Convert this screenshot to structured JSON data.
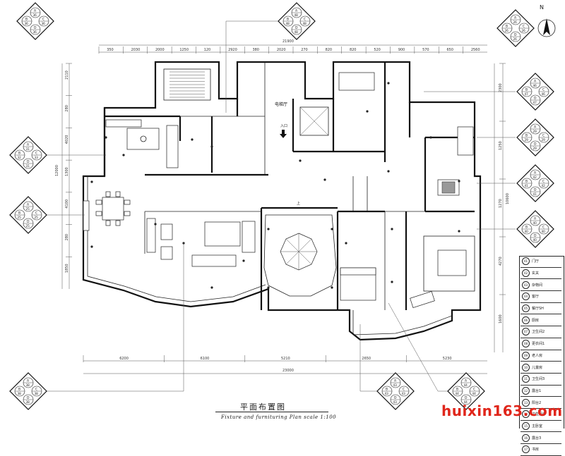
{
  "title_cn": "平面布置图",
  "title_en": "Fixture and furnituring Plan  scale 1:100",
  "watermark": "huixin163.com",
  "north": "N",
  "rooms": {
    "elevator_hall": "电梯厅",
    "entrance": "入口",
    "up": "上"
  },
  "dims": {
    "top_total": "21900",
    "top_segments": [
      "350",
      "2030",
      "2000",
      "1250",
      "120",
      "2920",
      "380",
      "2020",
      "270",
      "820",
      "820",
      "520",
      "900",
      "570",
      "650",
      "2560"
    ],
    "bottom_total": "23000",
    "bottom_segments": [
      "6200",
      "6100",
      "5210",
      "2650",
      "5230"
    ],
    "left_segments": [
      "2110",
      "280",
      "4020",
      "1300",
      "4100",
      "280",
      "1850"
    ],
    "left_total": "12000",
    "right_segments": [
      "2300",
      "1250",
      "1270",
      "4270",
      "1600"
    ],
    "right_total": "10600"
  },
  "legend": [
    {
      "n": "01",
      "t": "门厅"
    },
    {
      "n": "02",
      "t": "玄关"
    },
    {
      "n": "03",
      "t": "杂物间"
    },
    {
      "n": "04",
      "t": "客厅"
    },
    {
      "n": "05",
      "t": "餐厅SH"
    },
    {
      "n": "06",
      "t": "厨房"
    },
    {
      "n": "07",
      "t": "卫生间2"
    },
    {
      "n": "08",
      "t": "更衣间1"
    },
    {
      "n": "09",
      "t": "老人房"
    },
    {
      "n": "10",
      "t": "儿童房"
    },
    {
      "n": "11",
      "t": "卫生间3"
    },
    {
      "n": "12",
      "t": "露台1"
    },
    {
      "n": "13",
      "t": "阳台2"
    },
    {
      "n": "14",
      "t": "卫生间4"
    },
    {
      "n": "15",
      "t": "主卧室"
    },
    {
      "n": "16",
      "t": "露台3"
    },
    {
      "n": "17",
      "t": "书房"
    }
  ],
  "index_markers": [
    {
      "id": "m1",
      "letters": [
        "A",
        "B",
        "C",
        "D"
      ],
      "nums": [
        "36",
        "36",
        "36",
        "36"
      ]
    },
    {
      "id": "m2",
      "letters": [
        "A",
        "B",
        "C",
        "D"
      ],
      "nums": [
        "48",
        "48",
        "48",
        "48"
      ]
    },
    {
      "id": "m3",
      "letters": [
        "A",
        "B",
        "C",
        "D"
      ],
      "nums": [
        "26",
        "26",
        "26",
        "26"
      ]
    },
    {
      "id": "m4",
      "letters": [
        "A",
        "B",
        "C",
        "D"
      ],
      "nums": [
        "31",
        "32",
        "33",
        "31"
      ]
    },
    {
      "id": "m5",
      "letters": [
        "A",
        "B",
        "C",
        "D"
      ],
      "nums": [
        "25",
        "25",
        "25",
        "25"
      ]
    },
    {
      "id": "m6",
      "letters": [
        "A",
        "B",
        "C",
        "D"
      ],
      "nums": [
        "46",
        "47",
        "46",
        "47"
      ]
    },
    {
      "id": "m7",
      "letters": [
        "A",
        "B",
        "C",
        "D"
      ],
      "nums": [
        "29",
        "29",
        "29",
        "29"
      ]
    },
    {
      "id": "m8",
      "letters": [
        "A",
        "B",
        "C",
        "D"
      ],
      "nums": [
        "42",
        "41",
        "42",
        "41"
      ]
    },
    {
      "id": "m9",
      "letters": [
        "A",
        "B",
        "C",
        "D"
      ],
      "nums": [
        "40",
        "40",
        "40",
        "40"
      ]
    },
    {
      "id": "m10",
      "letters": [
        "A",
        "B",
        "C",
        "D"
      ],
      "nums": [
        "38",
        "38",
        "38",
        "38"
      ]
    },
    {
      "id": "m11",
      "letters": [
        "A",
        "B",
        "C",
        "D"
      ],
      "nums": [
        "43",
        "43",
        "43",
        "43"
      ]
    },
    {
      "id": "m12",
      "letters": [
        "A",
        "B",
        "C",
        "D"
      ],
      "nums": [
        "44",
        "44",
        "44",
        "44"
      ]
    }
  ]
}
